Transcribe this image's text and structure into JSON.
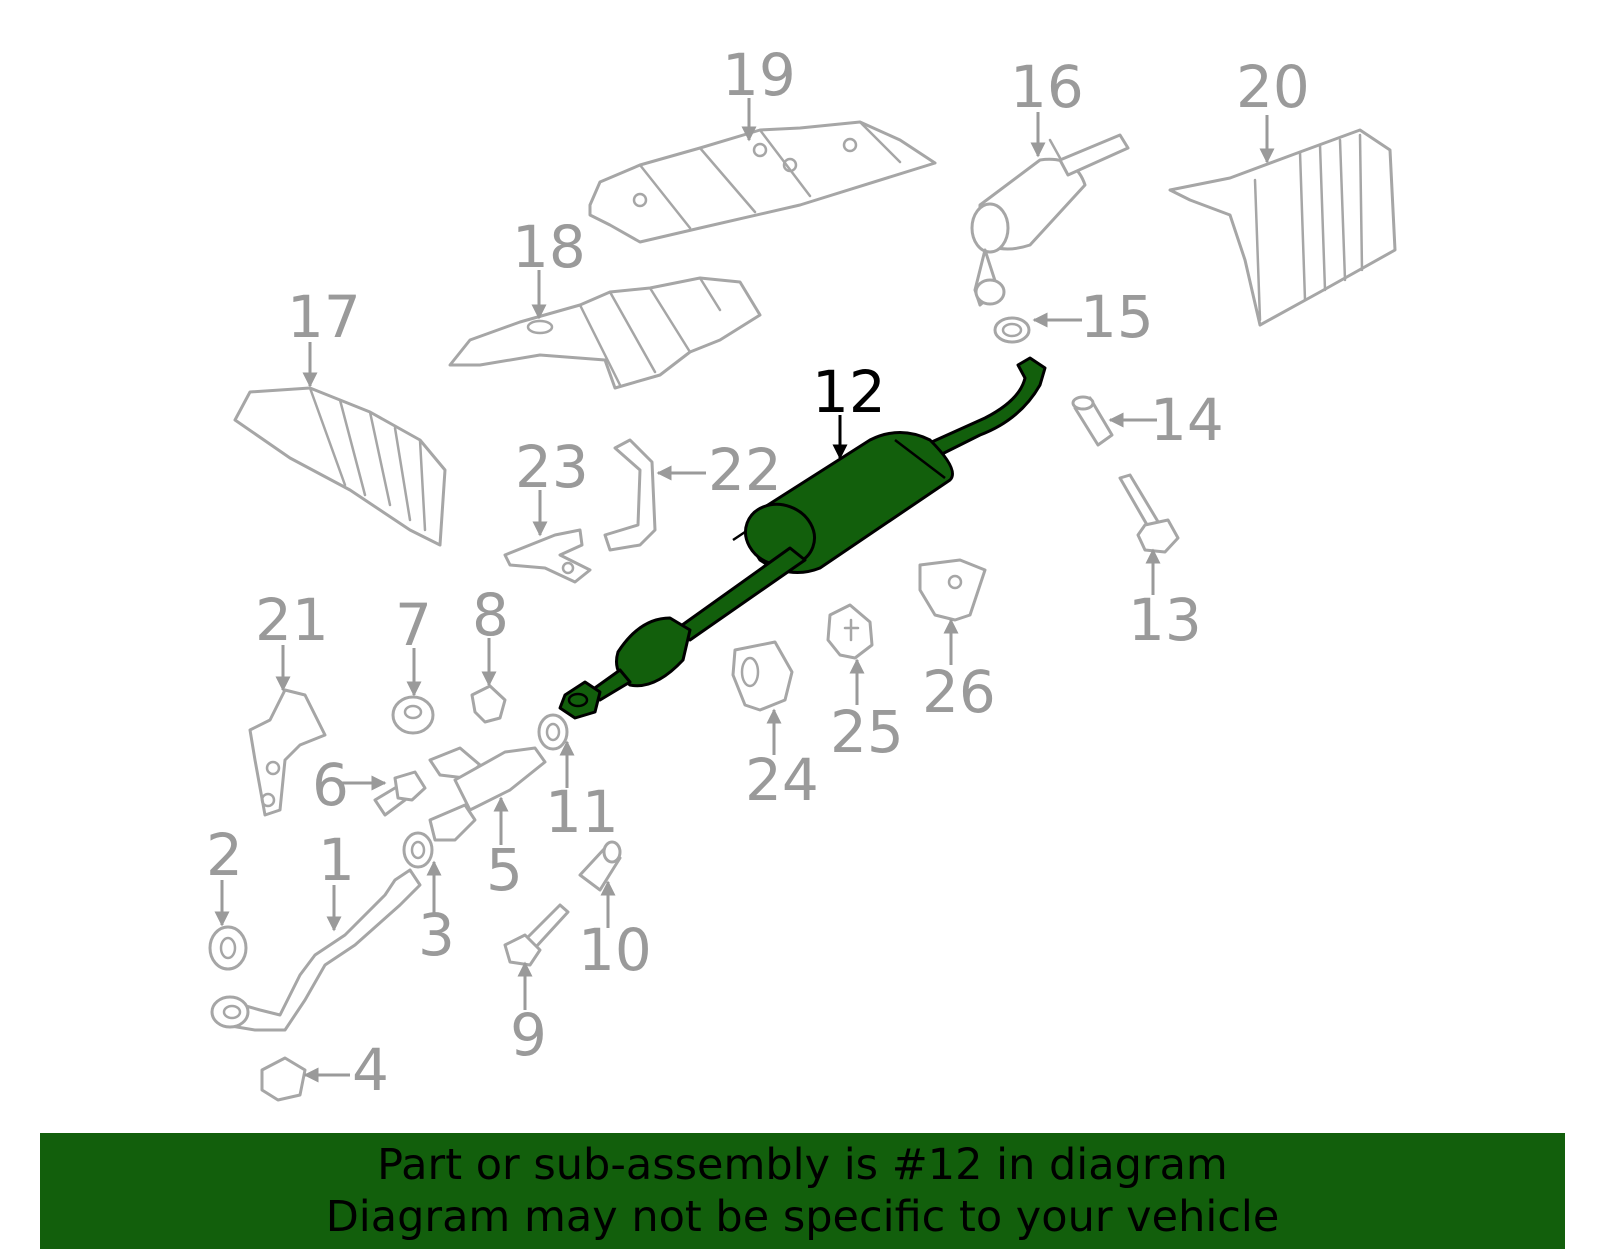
{
  "diagram": {
    "highlight_color": "#125f0c",
    "callout_color": "#9a9a9a",
    "highlighted_part": "12",
    "callouts": {
      "c1": "1",
      "c2": "2",
      "c3": "3",
      "c4": "4",
      "c5": "5",
      "c6": "6",
      "c7": "7",
      "c8": "8",
      "c9": "9",
      "c10": "10",
      "c11": "11",
      "c12": "12",
      "c13": "13",
      "c14": "14",
      "c15": "15",
      "c16": "16",
      "c17": "17",
      "c18": "18",
      "c19": "19",
      "c20": "20",
      "c21": "21",
      "c22": "22",
      "c23": "23",
      "c24": "24",
      "c25": "25",
      "c26": "26"
    }
  },
  "banner": {
    "line1": "Part or sub-assembly is #12 in diagram",
    "line2": "Diagram may not be specific to your vehicle"
  }
}
